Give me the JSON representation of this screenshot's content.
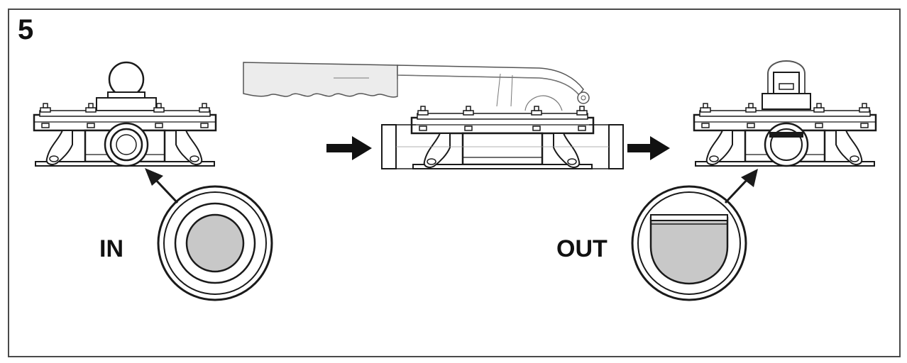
{
  "step": {
    "number": "5"
  },
  "labels": {
    "in": "IN",
    "out": "OUT"
  },
  "colors": {
    "line": "#1a1a1a",
    "fill_gray": "#c8c8c8",
    "handle_gray": "#e8e8e8",
    "frame": "#4a4a4a"
  }
}
